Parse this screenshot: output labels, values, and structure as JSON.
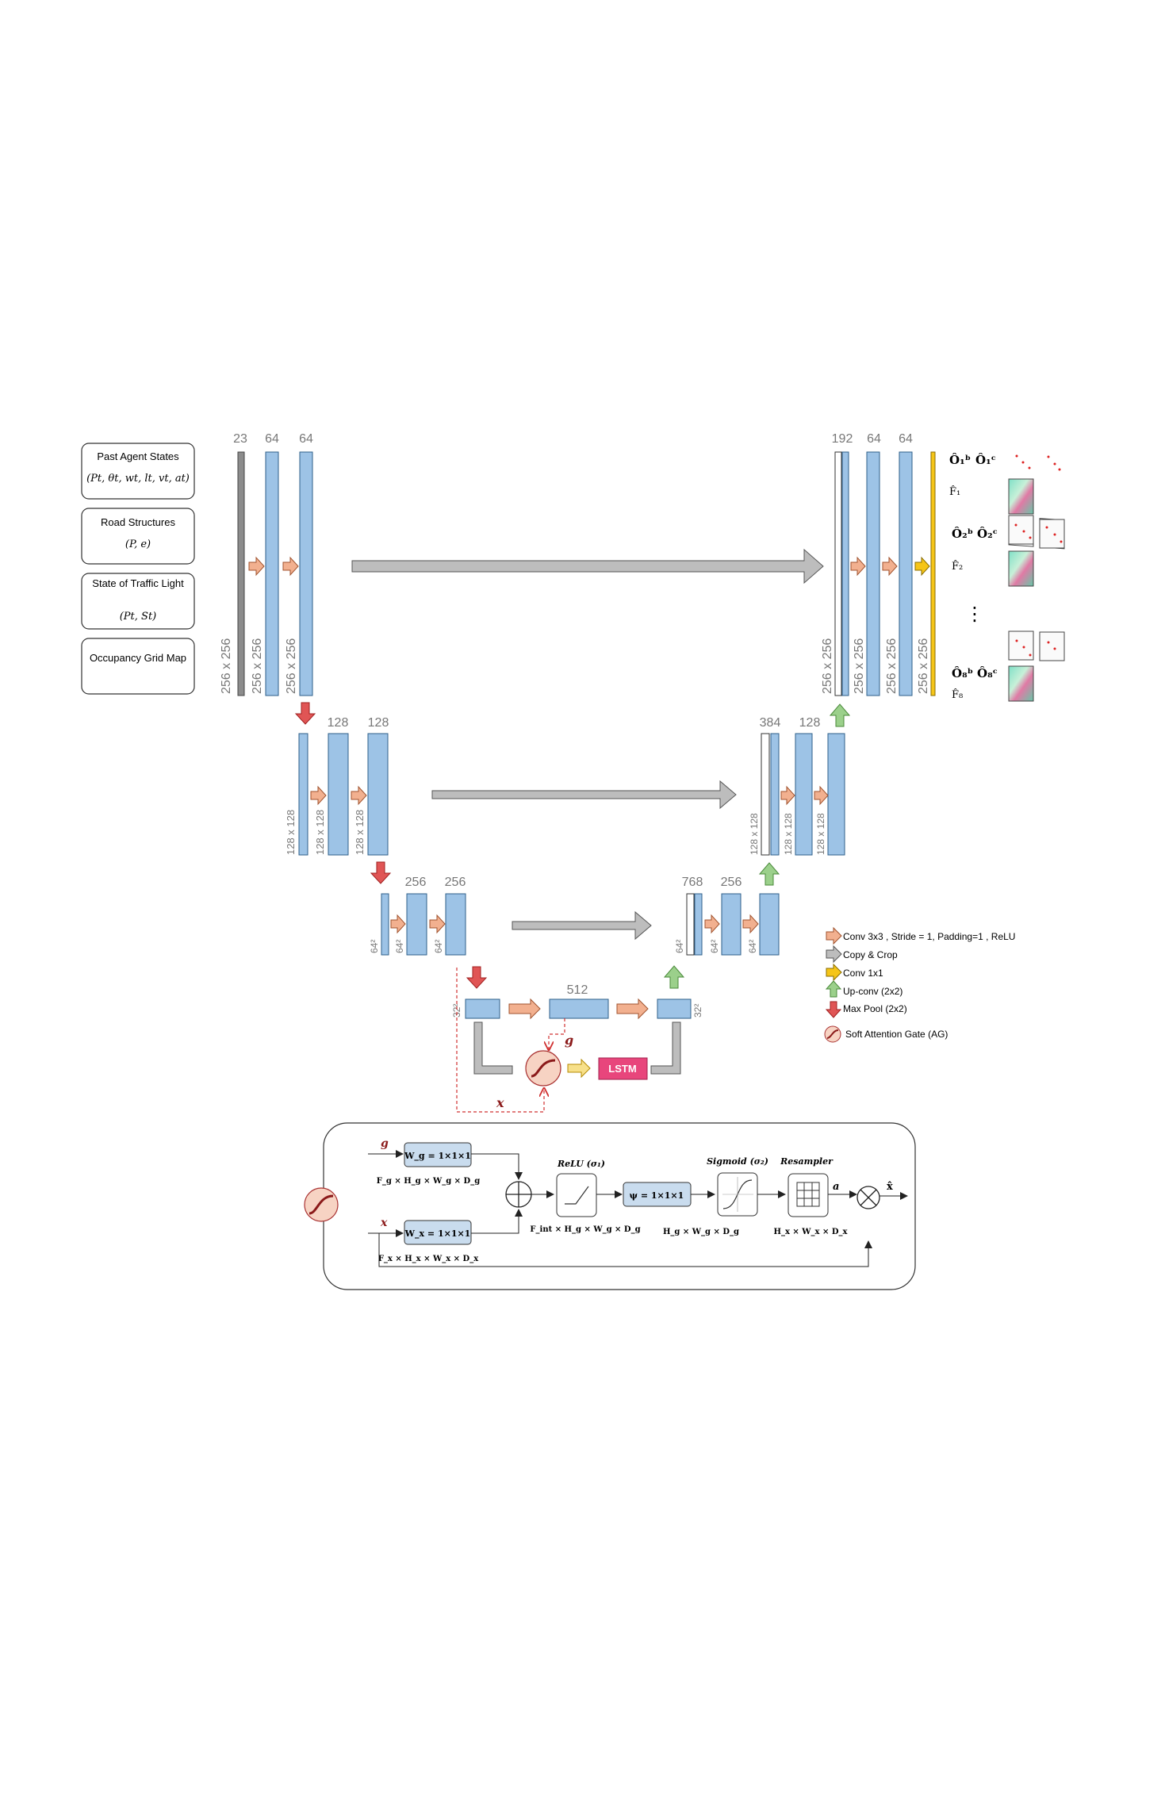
{
  "inputs": [
    {
      "title": "Past Agent States",
      "sub": "(Pt, θt, wt, lt, vt, at)"
    },
    {
      "title": "Road Structures",
      "sub": "(P, e)"
    },
    {
      "title": "State of Traffic Light",
      "sub": "(Pt, St)"
    },
    {
      "title": "Occupancy Grid Map",
      "sub": ""
    }
  ],
  "encoder": {
    "level1": {
      "channels": [
        "23",
        "64",
        "64"
      ],
      "sizes": [
        "256 x 256",
        "256 x 256",
        "256 x 256"
      ]
    },
    "level2": {
      "channels": [
        "128",
        "128"
      ],
      "sizes": [
        "128 x 128",
        "128 x 128",
        "128 x 128"
      ]
    },
    "level3": {
      "channels": [
        "256",
        "256"
      ],
      "sizes": [
        "64²",
        "64²",
        "64²"
      ]
    }
  },
  "bottleneck": {
    "channels": "512",
    "size_left": "32²",
    "size_right": "32²",
    "lstm": "LSTM",
    "g_label": "g",
    "x_label": "x"
  },
  "decoder": {
    "level3": {
      "channels": [
        "768",
        "256"
      ],
      "sizes": [
        "64²",
        "64²",
        "64²"
      ]
    },
    "level2": {
      "channels": [
        "384",
        "128"
      ],
      "sizes": [
        "128 x 128",
        "128 x 128",
        "128 x 128"
      ]
    },
    "level1": {
      "channels": [
        "192",
        "64",
        "64"
      ],
      "sizes": [
        "256 x 256",
        "256 x 256",
        "256 x 256",
        "256 x 256"
      ]
    }
  },
  "outputs": {
    "rows": [
      {
        "ob": "Ô₁ᵇ",
        "oc": "Ô₁ᶜ",
        "f": "F̂₁"
      },
      {
        "ob": "Ô₂ᵇ",
        "oc": "Ô₂ᶜ",
        "f": "F̂₂"
      },
      {
        "ob": "Ô₈ᵇ",
        "oc": "Ô₈ᶜ",
        "f": "F̂₈"
      }
    ],
    "ellipsis": "⋮"
  },
  "legend": [
    {
      "label": "Conv 3x3 , Stride = 1, Padding=1 , ReLU",
      "icon": "orange-arrow-icon",
      "color": "#f2b08f"
    },
    {
      "label": "Copy & Crop",
      "icon": "gray-arrow-icon",
      "color": "#bdbdbd"
    },
    {
      "label": "Conv 1x1",
      "icon": "yellow-arrow-icon",
      "color": "#f5c518"
    },
    {
      "label": "Up-conv (2x2)",
      "icon": "green-up-arrow-icon",
      "color": "#9bd08b"
    },
    {
      "label": "Max Pool (2x2)",
      "icon": "red-down-arrow-icon",
      "color": "#e05555"
    },
    {
      "label": "Soft Attention Gate (AG)",
      "icon": "sigmoid-icon",
      "color": "#f7d3c3"
    }
  ],
  "attention_gate": {
    "g_label": "g",
    "x_label": "x",
    "wg": "W_g = 1×1×1",
    "wg_dim": "F_g × H_g × W_g × D_g",
    "wx": "W_x = 1×1×1",
    "wx_dim": "F_x × H_x × W_x × D_x",
    "relu_title": "ReLU (σ₁)",
    "relu_dim": "F_int × H_g × W_g × D_g",
    "psi": "ψ = 1×1×1",
    "sigmoid_title": "Sigmoid (σ₂)",
    "sigmoid_dim": "H_g × W_g × D_g",
    "resampler_title": "Resampler",
    "resampler_dim": "H_x × W_x × D_x",
    "a_label": "a",
    "out_label": "x̂"
  },
  "colors": {
    "block": "#9dc3e6",
    "block_stroke": "#2e5f8a",
    "lstm": "#e8467c",
    "orange": "#f2b08f",
    "gray": "#bdbdbd",
    "green": "#9bd08b",
    "red": "#e05555",
    "yellow": "#f5c518"
  }
}
